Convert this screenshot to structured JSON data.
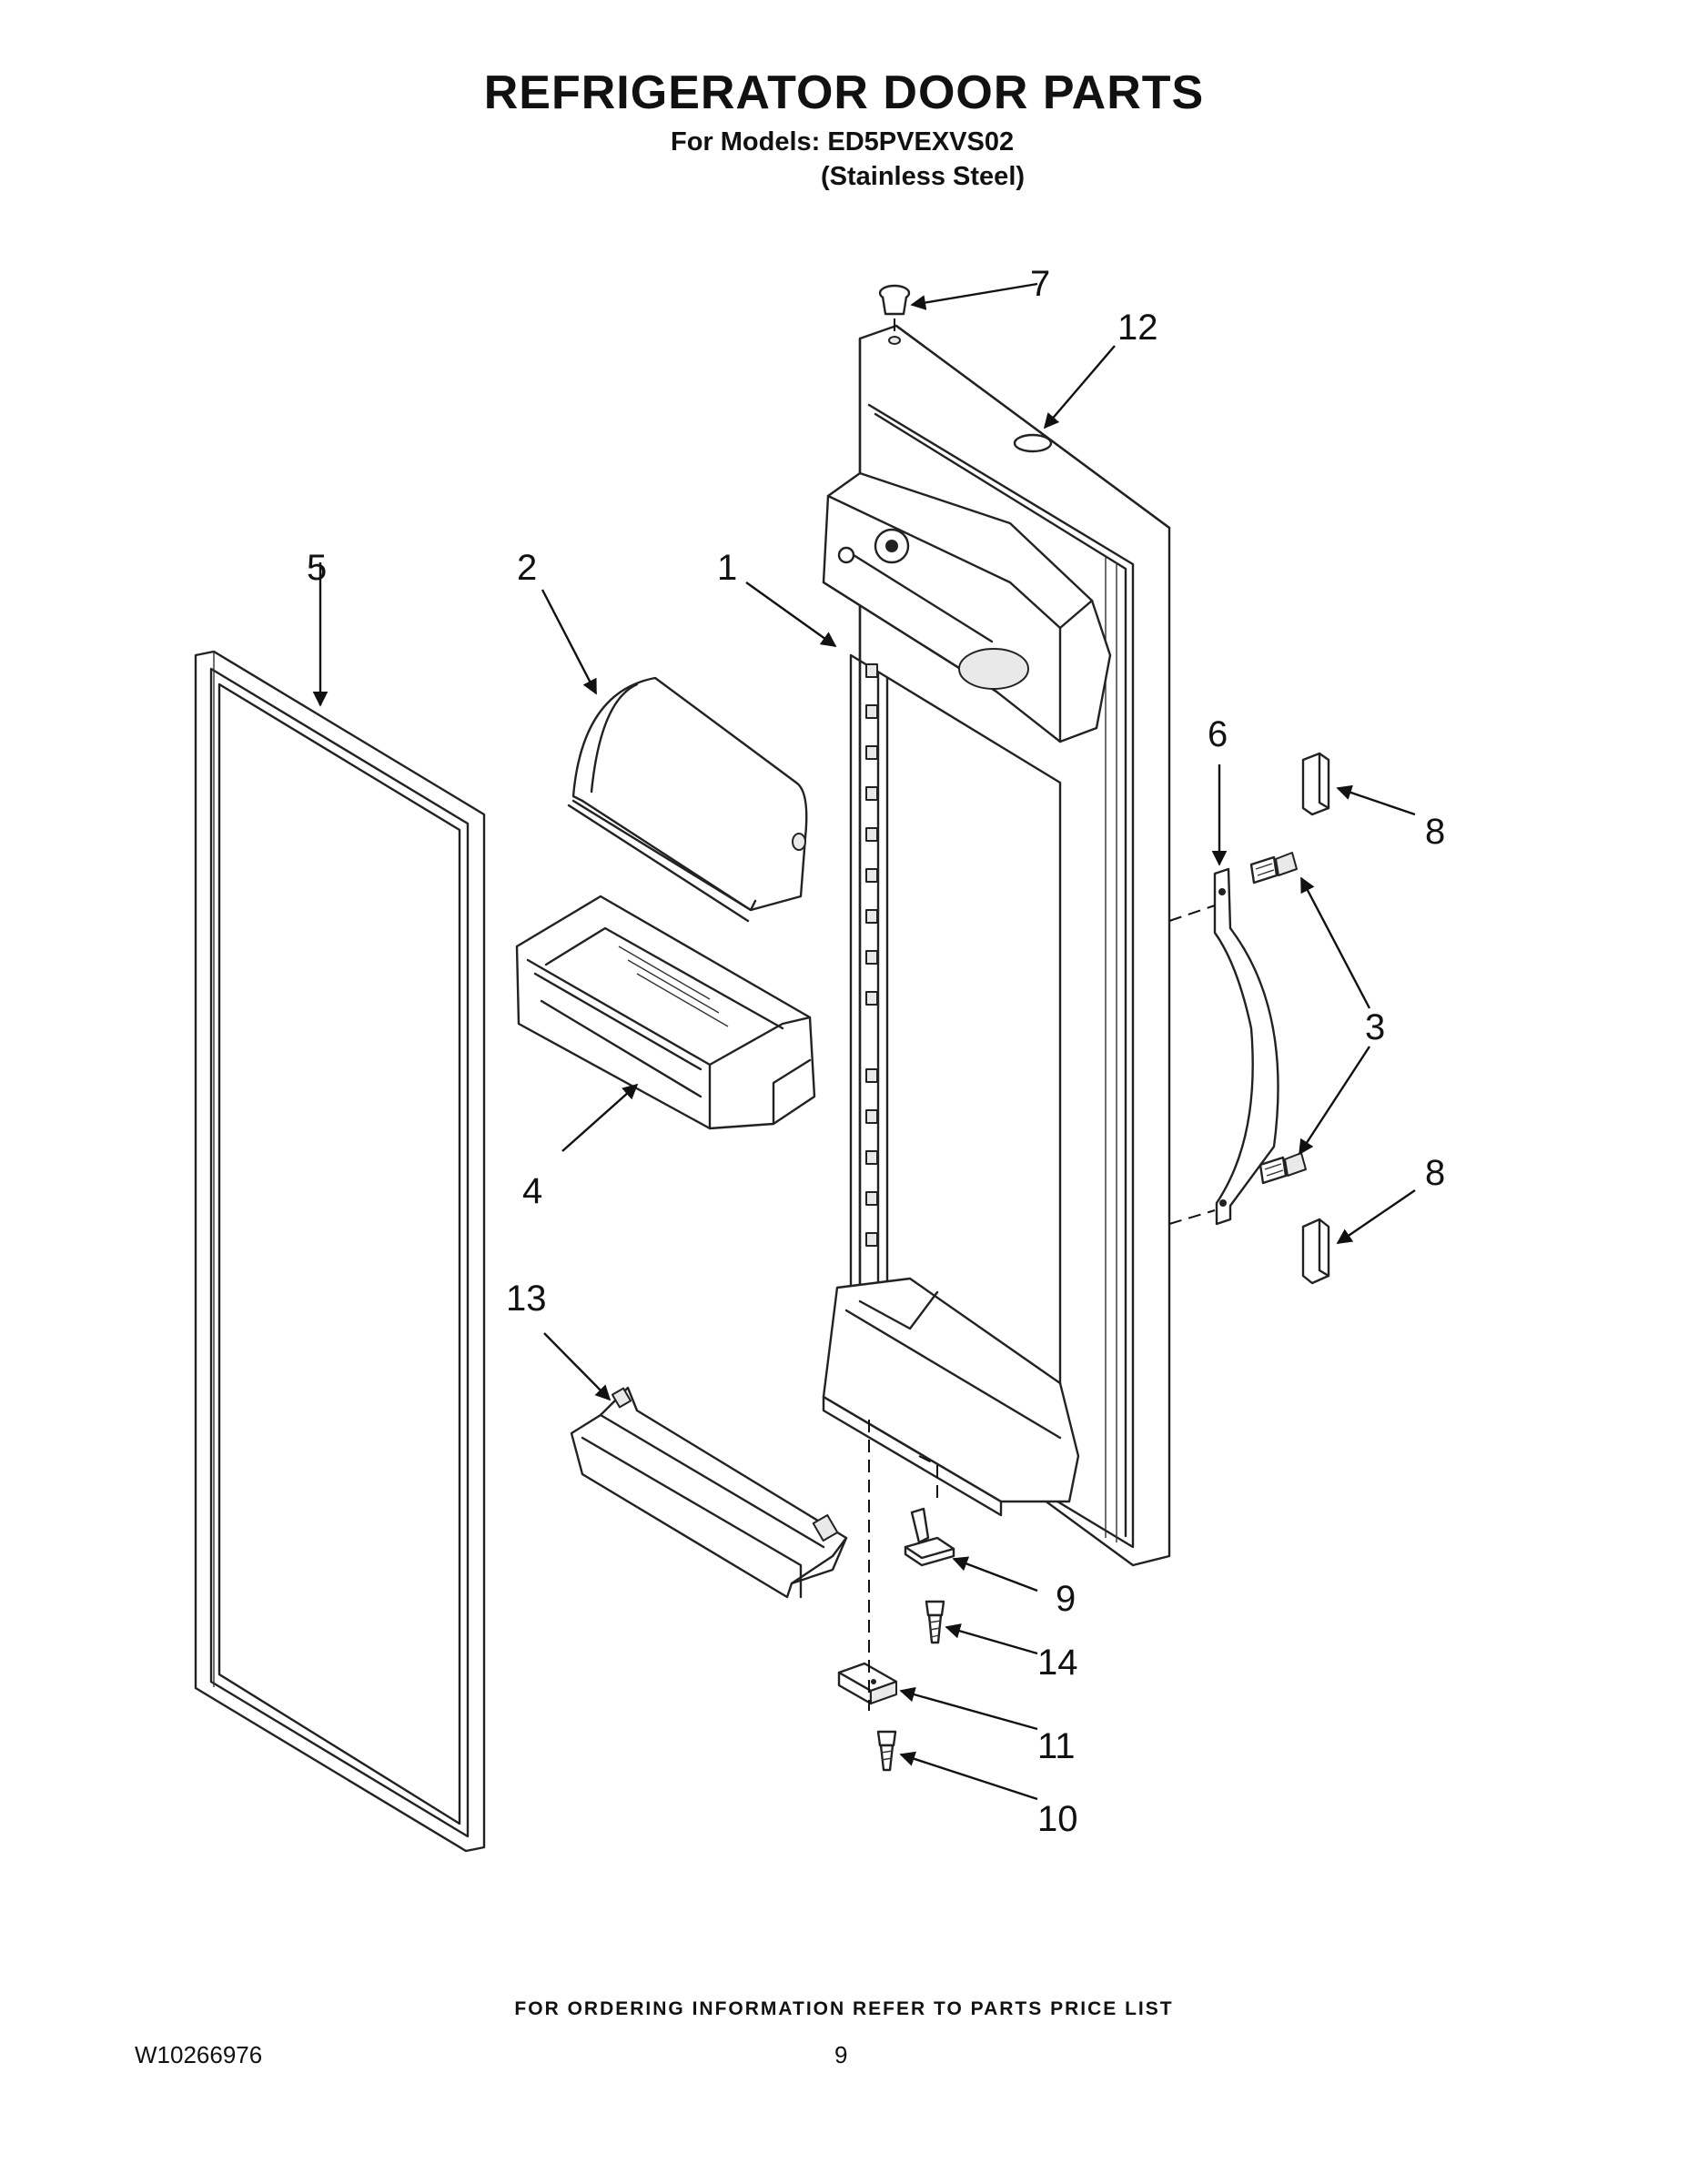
{
  "header": {
    "title": "REFRIGERATOR DOOR PARTS",
    "models_line": "For Models: ED5PVEXVS02",
    "color_note": "(Stainless Steel)"
  },
  "callouts": {
    "p1": "1",
    "p2": "2",
    "p3": "3",
    "p4": "4",
    "p5": "5",
    "p6": "6",
    "p7": "7",
    "p8": "8",
    "p9": "9",
    "p10": "10",
    "p11": "11",
    "p12": "12",
    "p13": "13",
    "p14": "14"
  },
  "footer": {
    "ordering_note": "FOR ORDERING INFORMATION REFER TO PARTS PRICE LIST",
    "document_number": "W10266976",
    "page_number": "9"
  }
}
